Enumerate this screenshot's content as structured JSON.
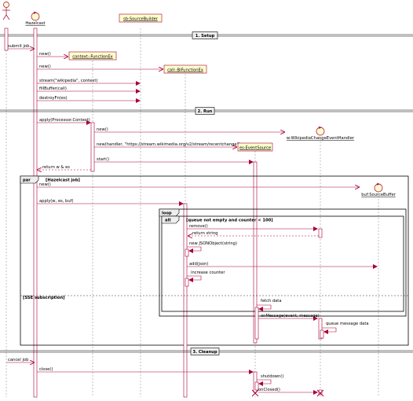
{
  "participants": {
    "actor": "",
    "hazelcast": "Hazelcast",
    "source_builder": "sb:SourceBuilder",
    "function_ex": "context::FunctionEx",
    "bifunction_ex": "call::BiFunctionEx",
    "event_handler": "w:WikipediaChangeEventHandler",
    "event_source": "es:EventSource",
    "source_buffer": "buf:SourceBuffer"
  },
  "dividers": {
    "setup": "1. Setup",
    "run": "2. Run",
    "cleanup": "3. Cleanup"
  },
  "frames": {
    "par_tag": "par",
    "par_label": "[Hazelcast job]",
    "par_else": "[SSE subscription]",
    "loop_tag": "loop",
    "alt_tag": "alt",
    "alt_label": "[queue not empty and counter < 100]"
  },
  "messages": {
    "submit_job": "submit job",
    "new1": "new()",
    "new2": "new()",
    "stream": "stream(\"wikipedia\", context)",
    "fill_buffer": "fillBuffer(call)",
    "destroy": "destroyFn(es)",
    "apply_ctx": "apply(Processor.Context)",
    "new3": "new()",
    "new_handler": "new(handler, \"https://stream.wikimedia.org/v2/stream/recentchange\")",
    "start": "start()",
    "return_w_es": "return w & es",
    "new4": "new()",
    "apply_buf": "apply(w, es, buf)",
    "remove": "remove()",
    "return_string": "return string",
    "new_json": "new JSONObject(string)",
    "add_json": "add(json)",
    "inc_counter": "increase counter",
    "fetch_data": "fetch data",
    "on_message": "onMessage(event, message)",
    "queue_data": "queue message data",
    "cancel_job": "cancel job",
    "close": "close()",
    "shutdown": "shutdown()",
    "on_closed": "onClosed()"
  }
}
